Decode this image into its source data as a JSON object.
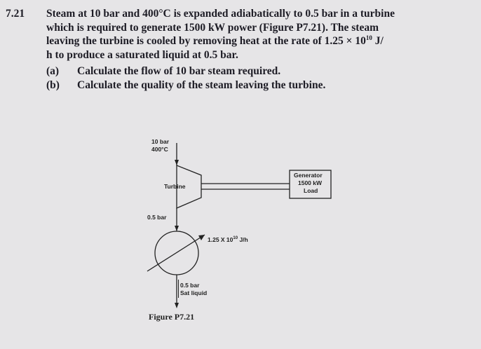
{
  "problem": {
    "number": "7.21",
    "lines": [
      "Steam at 10 bar and 400°C is expanded adiabatically to 0.5 bar in a turbine",
      "which is required to generate 1500 kW power (Figure P7.21). The steam",
      "leaving the turbine is cooled by removing heat at the rate of 1.25 × 10",
      "h to produce a saturated liquid at 0.5 bar."
    ],
    "line3_exponent": "10",
    "line3_tail": " J/",
    "parts": [
      {
        "label": "(a)",
        "text": "Calculate the flow of 10 bar steam required."
      },
      {
        "label": "(b)",
        "text": "Calculate the quality of the steam leaving the turbine."
      }
    ]
  },
  "figure": {
    "inlet_pressure": "10 bar",
    "inlet_temperature": "400°C",
    "turbine_label": "Turbine",
    "generator_line1": "Generator",
    "generator_line2": "1500 kW",
    "generator_line3": "Load",
    "turbine_exit_pressure": "0.5 bar",
    "heat_removal_base": "1.25 X 10",
    "heat_removal_exponent": "10",
    "heat_removal_unit": " J/h",
    "outlet_pressure": "0.5 bar",
    "outlet_state": "Sat liquid",
    "caption": "Figure P7.21"
  },
  "colors": {
    "background": "#e6e5e7",
    "ink": "#1d1c25"
  }
}
